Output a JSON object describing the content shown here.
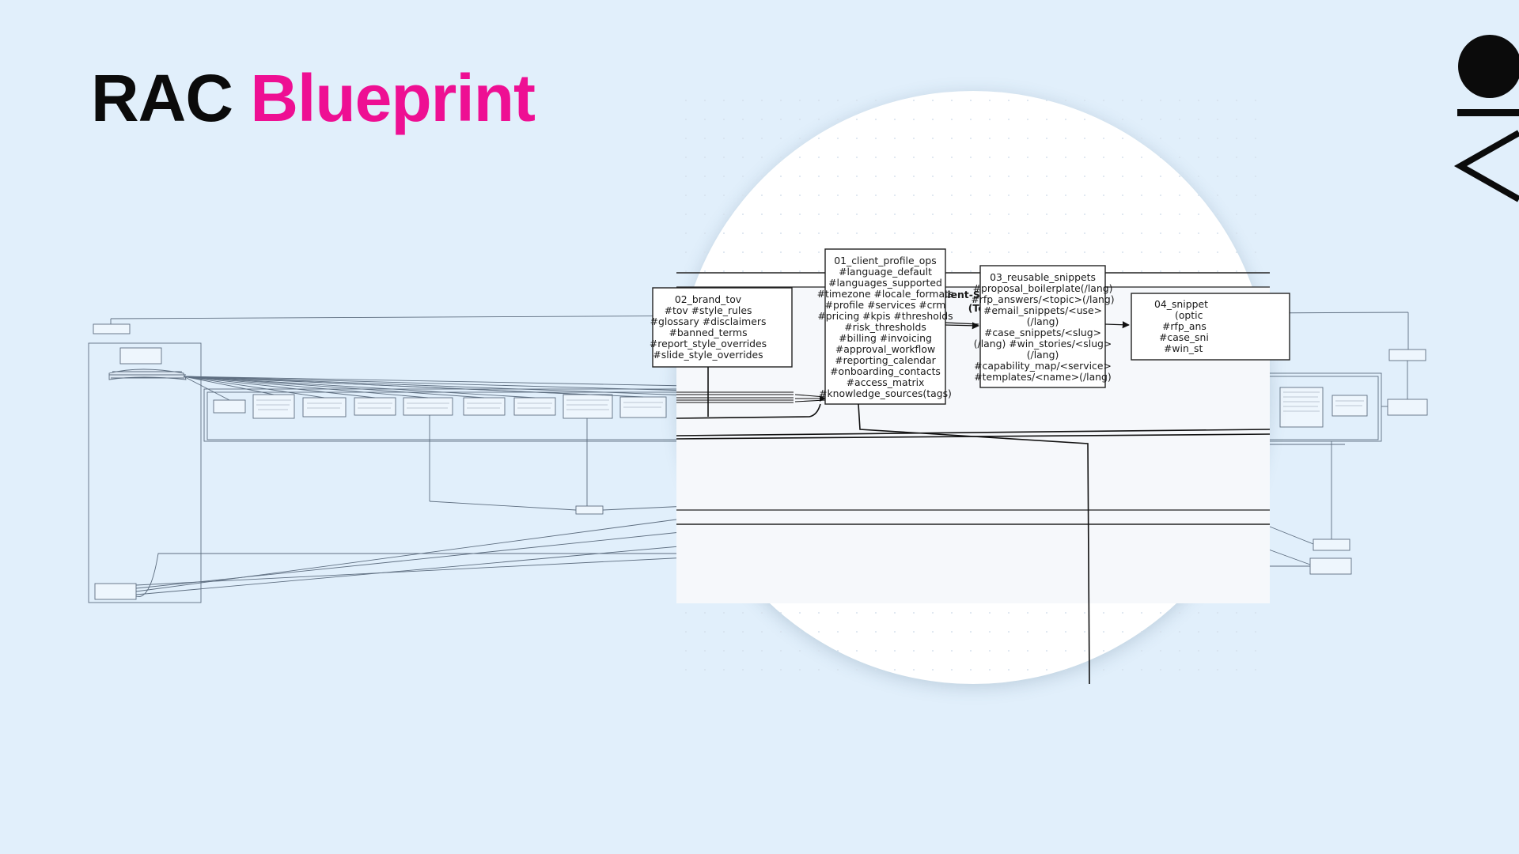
{
  "slide": {
    "title_part1": "RAC",
    "title_part2": "Blueprint"
  },
  "colors": {
    "background": "#e1effb",
    "accent": "#ee0f93",
    "ink": "#0b0b0b"
  },
  "magnified": {
    "container_title_line1": "Client-Specific Docs",
    "container_title_line2": "(Tenant)",
    "box_brand_tov": [
      "02_brand_tov",
      "#tov #style_rules",
      "#glossary #disclaimers",
      "#banned_terms",
      "#report_style_overrides",
      "#slide_style_overrides"
    ],
    "box_client_profile": [
      "01_client_profile_ops",
      "#language_default",
      "#languages_supported",
      "#timezone #locale_formats",
      "#profile #services #crm",
      "#pricing #kpis #thresholds",
      "#risk_thresholds",
      "#billing #invoicing",
      "#approval_workflow",
      "#reporting_calendar",
      "#onboarding_contacts",
      "#access_matrix",
      "#knowledge_sources(tags)"
    ],
    "box_reusable_snippets": [
      "03_reusable_snippets",
      "#proposal_boilerplate(/lang)",
      "#rfp_answers/<topic>(/lang)",
      "#email_snippets/<use>",
      "(/lang)",
      "#case_snippets/<slug>",
      "(/lang) #win_stories/<slug>",
      "(/lang)",
      "#capability_map/<service>",
      "#templates/<name>(/lang)"
    ],
    "box_snippets_partial": [
      "04_snippet",
      "(optic",
      "#rfp_ans",
      "#case_sni",
      "#win_st"
    ]
  }
}
